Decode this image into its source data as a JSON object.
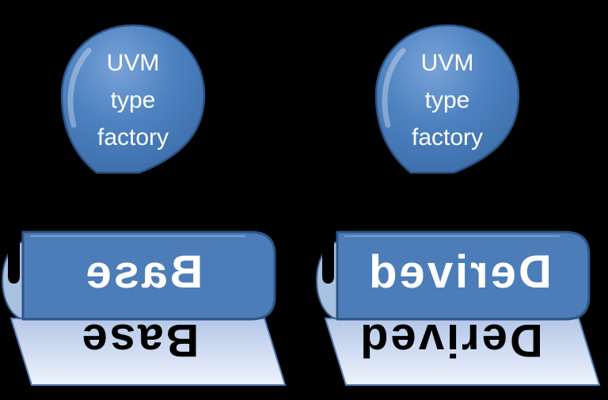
{
  "diagram": {
    "description_title": "UVM type factory stamps",
    "figures": [
      {
        "id": "base-stamp",
        "balloon": {
          "lines": [
            "UVM",
            "type",
            "factory"
          ]
        },
        "roller_label": "Base",
        "paper_label": "Base"
      },
      {
        "id": "derived-stamp",
        "balloon": {
          "lines": [
            "UVM",
            "type",
            "factory"
          ]
        },
        "roller_label": "Derived",
        "paper_label": "Derived"
      }
    ]
  },
  "colors": {
    "background": "#000000",
    "balloon_blue_light": "#7aa3d8",
    "balloon_blue": "#4a80c0",
    "balloon_blue_dark": "#3a6aa6",
    "balloon_outline": "#2b5184",
    "roller_blue": "#4d7db8",
    "roller_outline": "#2e5586",
    "end_cap_light_blue": "#a9c1e1",
    "end_cap_outline": "#3a618f",
    "paper_top": "#b3c6e7",
    "paper_bottom": "#eef3fd",
    "paper_outline": "#5a82b8",
    "core_hole_black": "#000000",
    "label_white": "#ffffff",
    "label_black": "#000000"
  }
}
